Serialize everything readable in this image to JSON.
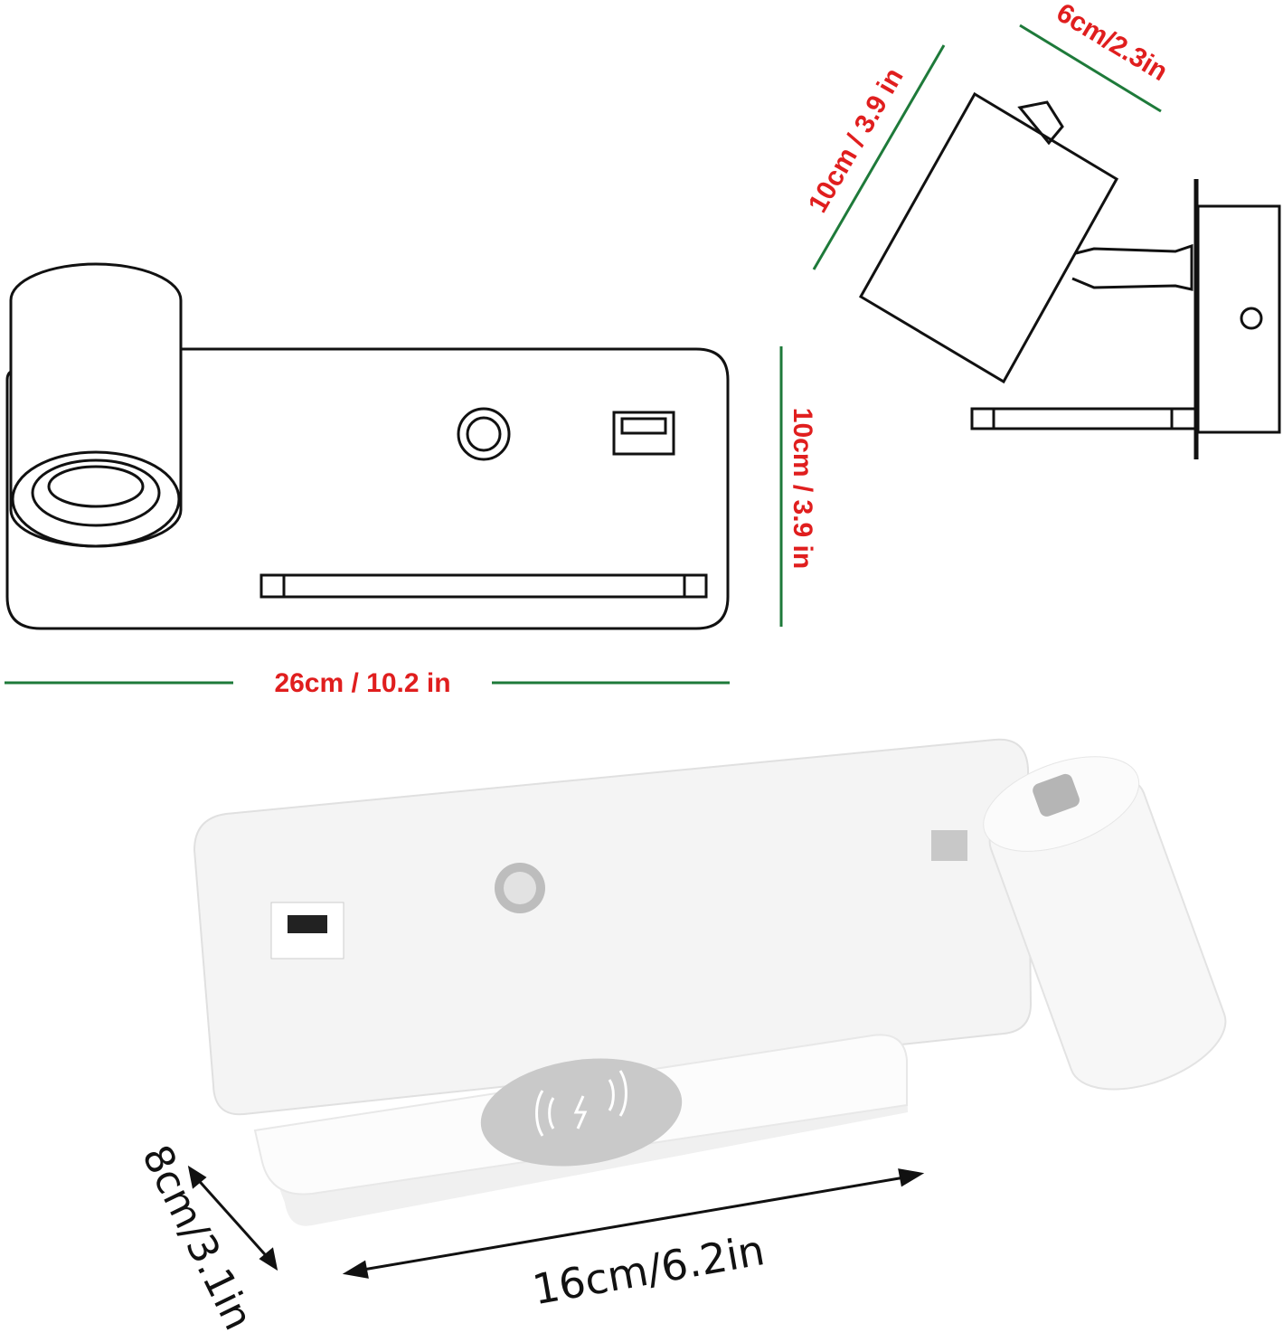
{
  "diagram": {
    "subject": "wall lamp with USB port, switch, and wireless charging shelf",
    "colors": {
      "dimension_text": "#e01e1e",
      "dimension_line": "#1e7a3a",
      "outline": "#111111",
      "product_white": "#f3f3f3",
      "charging_pad": "#c9c9c9"
    },
    "front_view": {
      "width_label": "26cm / 10.2 in",
      "height_label": "10cm / 3.9 in"
    },
    "side_view": {
      "length_label": "10cm / 3.9 in",
      "diameter_label": "6cm/2.3in"
    },
    "photo_view": {
      "shelf_depth_label": "8cm/3.1in",
      "shelf_width_label": "16cm/6.2in"
    }
  }
}
